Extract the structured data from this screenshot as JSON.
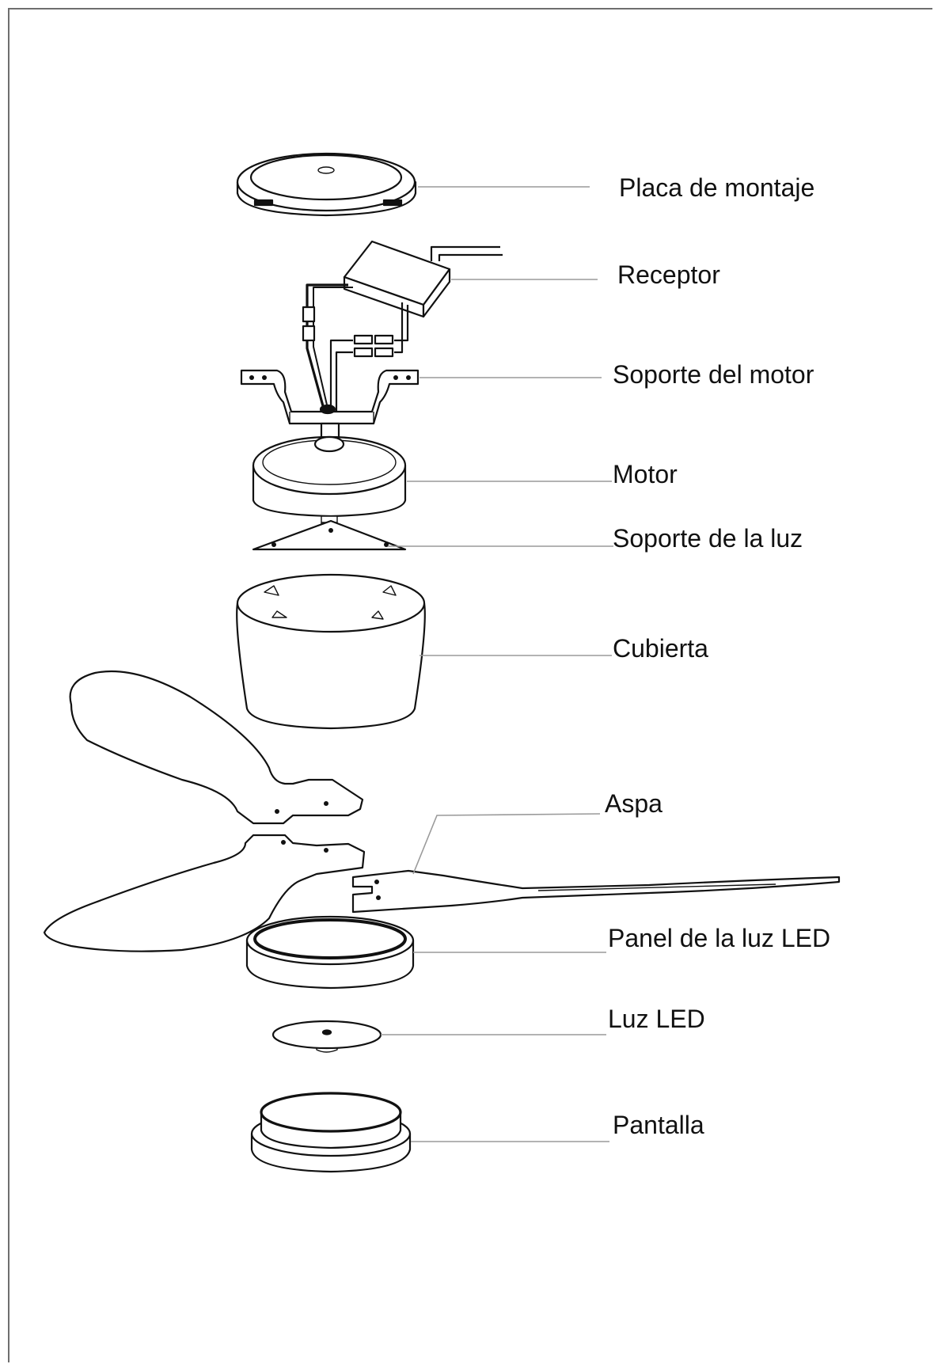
{
  "labels": {
    "placa": "Placa de montaje",
    "receptor": "Receptor",
    "soporte_motor": "Soporte del motor",
    "motor": "Motor",
    "soporte_luz": "Soporte de la luz",
    "cubierta": "Cubierta",
    "aspa": "Aspa",
    "panel_led": "Panel de la luz LED",
    "luz_led": "Luz LED",
    "pantalla": "Pantalla"
  }
}
